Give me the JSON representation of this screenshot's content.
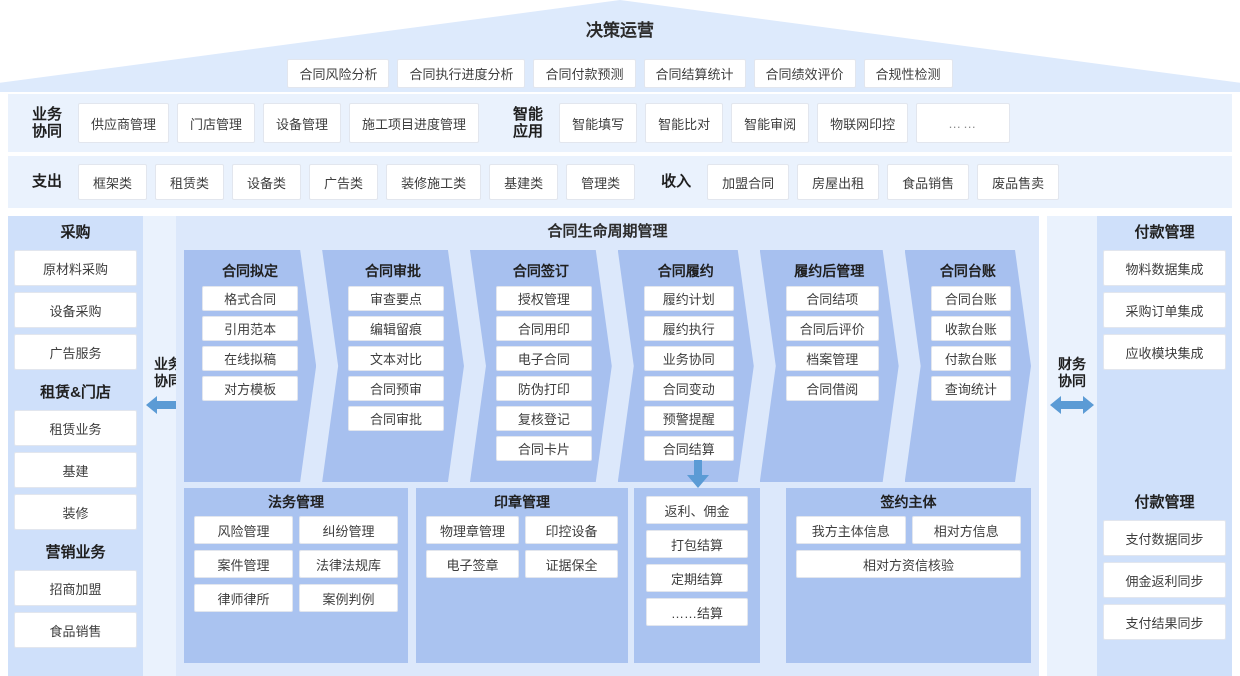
{
  "roof": {
    "title": "决策运营",
    "tiles": [
      "合同风险分析",
      "合同执行进度分析",
      "合同付款预测",
      "合同结算统计",
      "合同绩效评价",
      "合规性检测"
    ]
  },
  "band_business": {
    "label": "业务\n协同",
    "tiles": [
      "供应商管理",
      "门店管理",
      "设备管理",
      "施工项目进度管理"
    ],
    "label2": "智能\n应用",
    "tiles2": [
      "智能填写",
      "智能比对",
      "智能审阅",
      "物联网印控",
      "……"
    ]
  },
  "band_money": {
    "label": "支出",
    "tiles": [
      "框架类",
      "租赁类",
      "设备类",
      "广告类",
      "装修施工类",
      "基建类",
      "管理类"
    ],
    "label2": "收入",
    "tiles2": [
      "加盟合同",
      "房屋出租",
      "食品销售",
      "废品售卖"
    ]
  },
  "side_left": {
    "sections": [
      {
        "head": "采购",
        "items": [
          "原材料采购",
          "设备采购",
          "广告服务"
        ]
      },
      {
        "head": "租赁&门店",
        "items": [
          "租赁业务",
          "基建",
          "装修"
        ]
      },
      {
        "head": "营销业务",
        "items": [
          "招商加盟",
          "食品销售"
        ]
      }
    ]
  },
  "side_right": {
    "sections": [
      {
        "head": "付款管理",
        "items": [
          "物料数据集成",
          "采购订单集成",
          "应收模块集成"
        ]
      },
      {
        "head": "付款管理",
        "items": [
          "支付数据同步",
          "佣金返利同步",
          "支付结果同步"
        ]
      }
    ]
  },
  "connectors": {
    "left_label": "业务\n协同",
    "right_label": "财务\n协同",
    "arrow_color": "#5b9bd5"
  },
  "centre": {
    "title": "合同生命周期管理",
    "stages": [
      {
        "head": "合同拟定",
        "items": [
          "格式合同",
          "引用范本",
          "在线拟稿",
          "对方模板"
        ]
      },
      {
        "head": "合同审批",
        "items": [
          "审查要点",
          "编辑留痕",
          "文本对比",
          "合同预审",
          "合同审批"
        ]
      },
      {
        "head": "合同签订",
        "items": [
          "授权管理",
          "合同用印",
          "电子合同",
          "防伪打印",
          "复核登记",
          "合同卡片"
        ]
      },
      {
        "head": "合同履约",
        "items": [
          "履约计划",
          "履约执行",
          "业务协同",
          "合同变动",
          "预警提醒",
          "合同结算"
        ]
      },
      {
        "head": "履约后管理",
        "items": [
          "合同结项",
          "合同后评价",
          "档案管理",
          "合同借阅"
        ]
      },
      {
        "head": "合同台账",
        "items": [
          "合同台账",
          "收款台账",
          "付款台账",
          "查询统计"
        ]
      }
    ],
    "bottom": {
      "legal": {
        "head": "法务管理",
        "items": [
          "风险管理",
          "纠纷管理",
          "案件管理",
          "法律法规库",
          "律师律所",
          "案例判例"
        ]
      },
      "seal": {
        "head": "印章管理",
        "items": [
          "物理章管理",
          "印控设备",
          "电子签章",
          "证据保全"
        ]
      },
      "settlement": {
        "items": [
          "返利、佣金",
          "打包结算",
          "定期结算",
          "……结算"
        ]
      },
      "subject": {
        "head": "签约主体",
        "items": [
          "我方主体信息",
          "相对方信息"
        ],
        "full_item": "相对方资信核验"
      }
    }
  },
  "colors": {
    "roof_fill": "#ddeafc",
    "band_fill": "#eaf2fd",
    "side_fill": "#cfe0fa",
    "centre_fill": "#dce8fb",
    "chevron_fill": "#a7c0ef",
    "panel_fill": "#aac3f0",
    "arrow_blue": "#5b9bd5"
  }
}
